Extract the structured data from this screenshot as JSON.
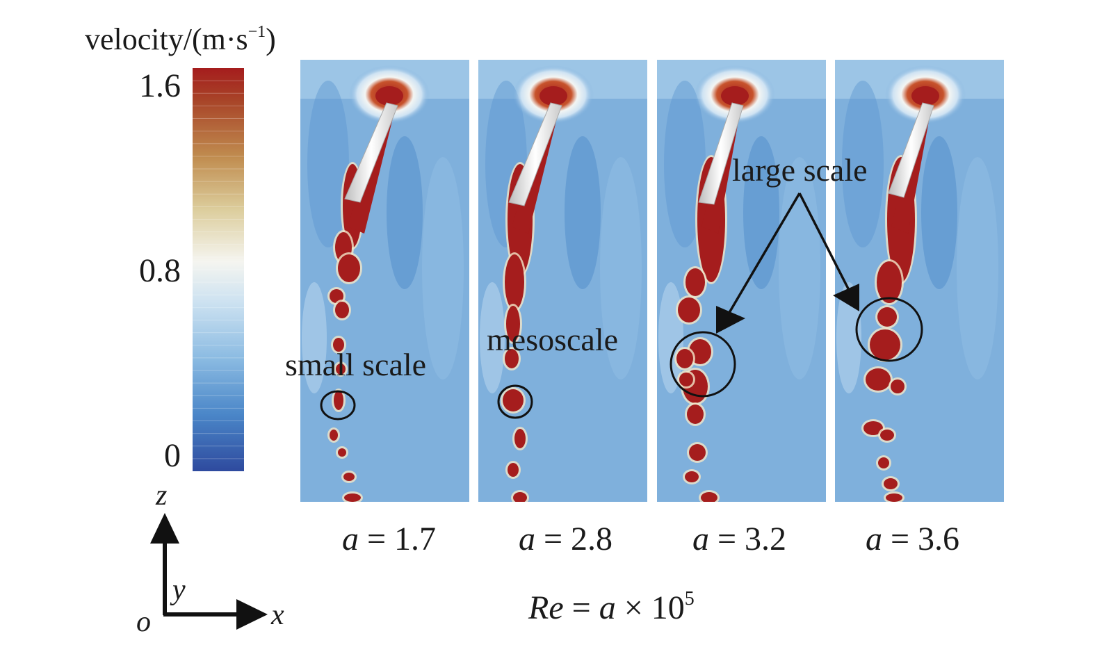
{
  "colorbar": {
    "title": "velocity/(m·s",
    "title_sup": "−1",
    "title_close": ")",
    "ticks": [
      "1.6",
      "0.8",
      "0"
    ],
    "tick_values": [
      1.6,
      0.8,
      0
    ],
    "range": [
      0,
      1.6
    ],
    "colormap": [
      "#2e4d9f",
      "#4a83c4",
      "#7fb1dc",
      "#c9e1f1",
      "#f4f6f2",
      "#e6dfb5",
      "#c9a56a",
      "#a8562c",
      "#a51d1d"
    ]
  },
  "panels": [
    {
      "a_symbol": "a",
      "eq": " = ",
      "value": "1.7"
    },
    {
      "a_symbol": "a",
      "eq": " = ",
      "value": "2.8"
    },
    {
      "a_symbol": "a",
      "eq": " = ",
      "value": "3.2"
    },
    {
      "a_symbol": "a",
      "eq": " = ",
      "value": "3.6"
    }
  ],
  "annotations": {
    "small": "small scale",
    "meso": "mesoscale",
    "large": "large scale"
  },
  "reynolds": {
    "re": "Re",
    "eq": " = ",
    "a": "a",
    "times": " × 10",
    "exp": "5"
  },
  "axes": {
    "z": "z",
    "y": "y",
    "x": "x",
    "origin": "o"
  },
  "colors": {
    "background_flow": "#7fb0dc",
    "high_velocity": "#a51d1d",
    "rod": "#f2f2f2",
    "annotation": "#111111"
  }
}
